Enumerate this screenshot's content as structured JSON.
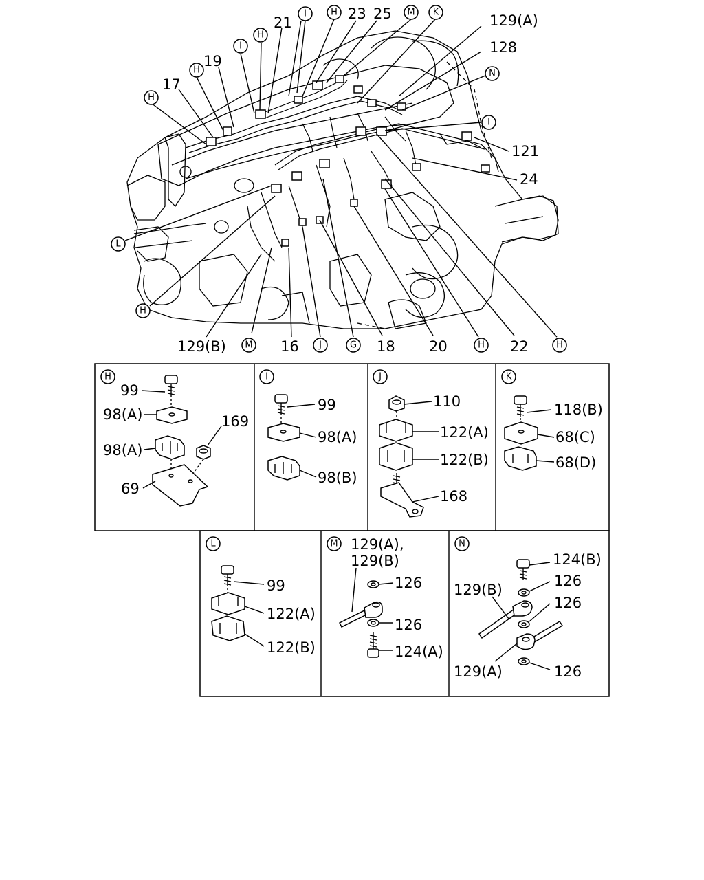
{
  "main_labels": {
    "l129a": "129(A)",
    "l128": "128",
    "l21": "21",
    "l23": "23",
    "l25": "25",
    "l19": "19",
    "l17": "17",
    "l121": "121",
    "l24": "24",
    "l129b": "129(B)",
    "l16": "16",
    "l18": "18",
    "l20": "20",
    "l22": "22"
  },
  "circle_letters": {
    "H": "H",
    "I": "I",
    "J": "J",
    "K": "K",
    "L": "L",
    "M": "M",
    "N": "N",
    "G": "G"
  },
  "panels": {
    "H": {
      "p99": "99",
      "p98a1": "98(A)",
      "p98a2": "98(A)",
      "p169": "169",
      "p69": "69"
    },
    "I": {
      "p99": "99",
      "p98a": "98(A)",
      "p98b": "98(B)"
    },
    "J": {
      "p110": "110",
      "p122a": "122(A)",
      "p122b": "122(B)",
      "p168": "168"
    },
    "K": {
      "p118b": "118(B)",
      "p68c": "68(C)",
      "p68d": "68(D)"
    },
    "L": {
      "p99": "99",
      "p122a": "122(A)",
      "p122b": "122(B)"
    },
    "M": {
      "p129a": "129(A),",
      "p129b": "129(B)",
      "p126a": "126",
      "p126b": "126",
      "p124a": "124(A)"
    },
    "N": {
      "p124b": "124(B)",
      "p126a": "126",
      "p129b": "129(B)",
      "p126b": "126",
      "p129a": "129(A)",
      "p126c": "126"
    }
  }
}
